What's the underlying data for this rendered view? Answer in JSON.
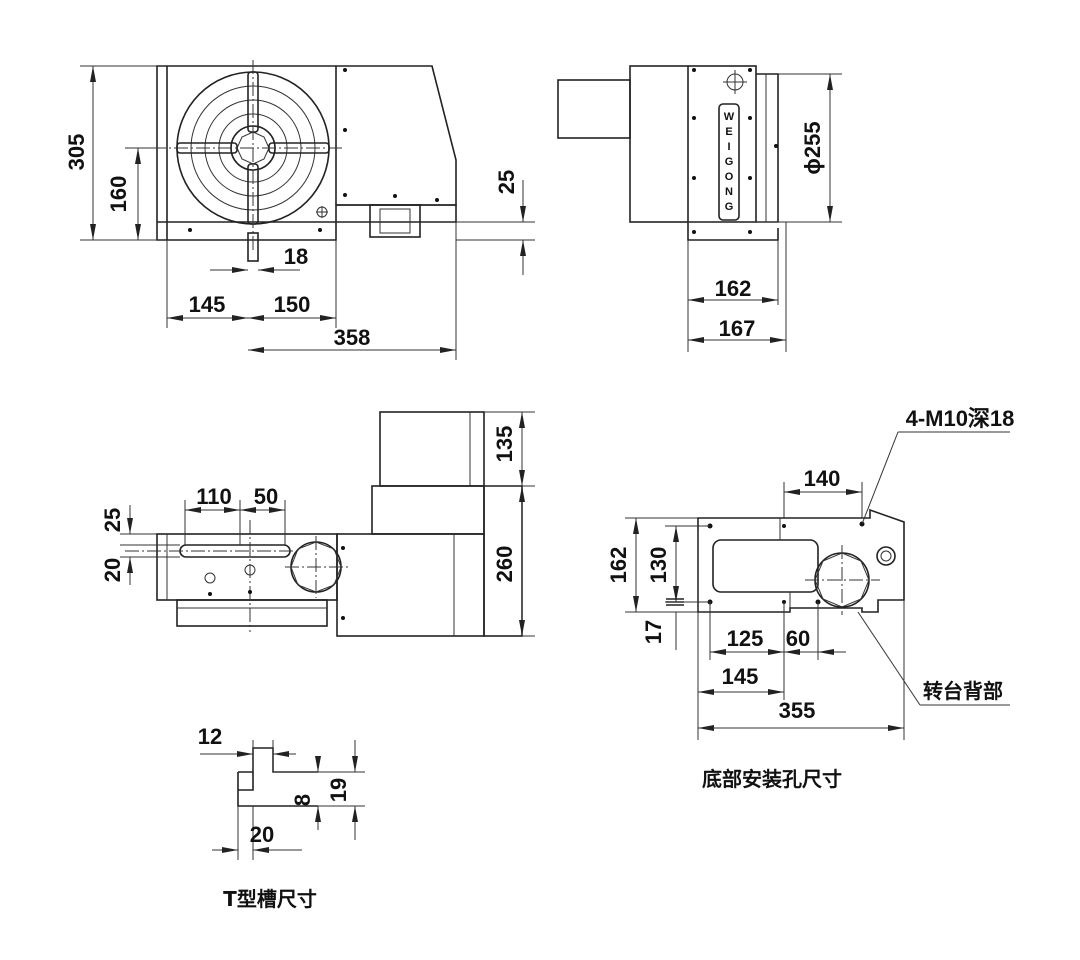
{
  "dimensions": {
    "front_305": "305",
    "front_160": "160",
    "front_25": "25",
    "front_18": "18",
    "front_145": "145",
    "front_150": "150",
    "front_358": "358",
    "side_d255": "ɸ255",
    "side_162": "162",
    "side_167": "167",
    "top_135": "135",
    "top_260": "260",
    "top_25": "25",
    "top_20": "20",
    "top_110": "110",
    "top_50": "50",
    "base_hole": "4-M10深18",
    "base_140": "140",
    "base_162": "162",
    "base_130": "130",
    "base_17": "17",
    "base_125": "125",
    "base_60": "60",
    "base_145": "145",
    "base_355": "355",
    "base_back": "转台背部",
    "slot_12": "12",
    "slot_8": "8",
    "slot_19": "19",
    "slot_20": "20"
  },
  "brand_letters": [
    "W",
    "E",
    "I",
    "G",
    "O",
    "N",
    "G"
  ],
  "captions": {
    "base_mounting": "底部安装孔尺寸",
    "t_slot": "T型槽尺寸"
  }
}
